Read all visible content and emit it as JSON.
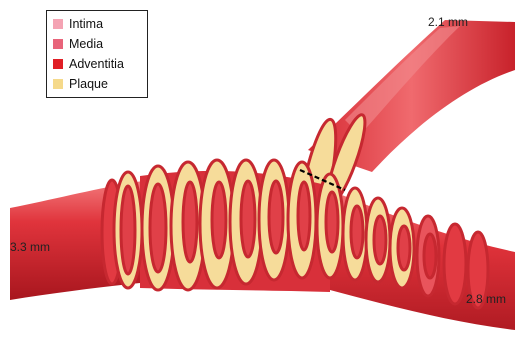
{
  "legend": {
    "items": [
      {
        "label": "Intima",
        "color": "#f4a3b3"
      },
      {
        "label": "Media",
        "color": "#e8647a"
      },
      {
        "label": "Adventitia",
        "color": "#e01e25"
      },
      {
        "label": "Plaque",
        "color": "#f5d98a"
      }
    ]
  },
  "labels": {
    "left_diameter": "3.3 mm",
    "top_right_diameter": "2.1 mm",
    "bottom_right_diameter": "2.8 mm"
  },
  "colors": {
    "vessel_main": "#e0343c",
    "vessel_dark": "#b81d26",
    "vessel_light": "#f06a6e",
    "ring_edge": "#c62830",
    "plaque_fill": "#f6dc9a",
    "lumen_dark": "#8c1219",
    "section_line": "#000000"
  },
  "icons": {
    "legend_swatch": "square",
    "section_marker": "dashed-line"
  }
}
